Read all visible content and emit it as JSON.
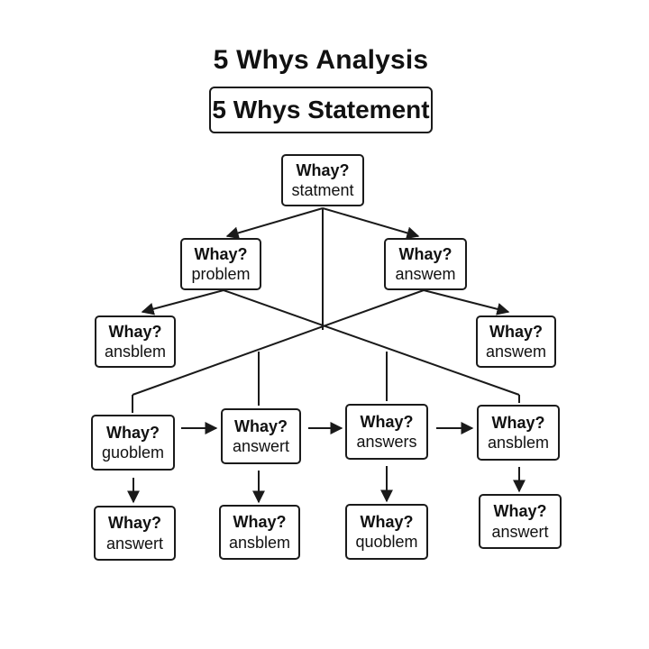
{
  "title": "5 Whys Analysis",
  "statement": "5 Whys Statement",
  "nodes": {
    "root": {
      "question": "Whay?",
      "answer": "statment"
    },
    "l2_left": {
      "question": "Whay?",
      "answer": "problem"
    },
    "l2_right": {
      "question": "Whay?",
      "answer": "answem"
    },
    "l3_left": {
      "question": "Whay?",
      "answer": "ansblem"
    },
    "l3_right": {
      "question": "Whay?",
      "answer": "answem"
    },
    "r4_c1": {
      "question": "Whay?",
      "answer": "guoblem"
    },
    "r4_c2": {
      "question": "Whay?",
      "answer": "answert"
    },
    "r4_c3": {
      "question": "Whay?",
      "answer": "answers"
    },
    "r4_c4": {
      "question": "Whay?",
      "answer": "ansblem"
    },
    "r5_c1": {
      "question": "Whay?",
      "answer": "answert"
    },
    "r5_c2": {
      "question": "Whay?",
      "answer": "ansblem"
    },
    "r5_c3": {
      "question": "Whay?",
      "answer": "quoblem"
    },
    "r5_c4": {
      "question": "Whay?",
      "answer": "answert"
    }
  }
}
